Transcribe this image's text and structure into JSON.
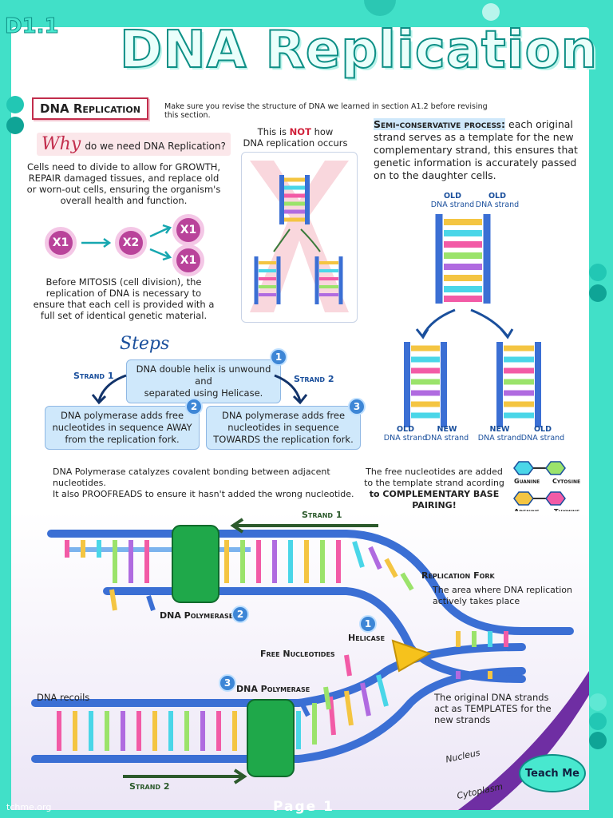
{
  "header": {
    "code": "D1.1",
    "title": "DNA Replication"
  },
  "section_box": "DNA Replication",
  "intro_note": "Make sure you revise the structure of DNA we learned in section A1.2 before revising this section.",
  "why": {
    "script": "Why",
    "rest": "do we need DNA Replication?"
  },
  "why_text": {
    "l1": "Cells need to divide to allow for GROWTH,",
    "l2": "REPAIR damaged tissues, and replace old",
    "l3": "or worn-out cells, ensuring the organism's",
    "l4": "overall health and function."
  },
  "cells": {
    "a": "X1",
    "b": "X2",
    "c": "X1",
    "d": "X1"
  },
  "mitosis_text": {
    "l1": "Before MITOSIS (cell division), the",
    "l2": "replication of DNA is necessary to",
    "l3": "ensure that each cell is provided with a",
    "l4": "full set of identical genetic material."
  },
  "not_how": {
    "l1a": "This is ",
    "not": "NOT",
    "l1b": " how",
    "l2": "DNA replication occurs"
  },
  "small_labels": {
    "old": "OLD",
    "new": "NEW",
    "dna_strand": "DNA strand"
  },
  "semi": {
    "head": "Semi-conservative process:",
    "l1": " each original",
    "l2": "strand serves as a template for the new",
    "l3": "complementary strand, this ensures that",
    "l4": "genetic information is accurately passed",
    "l5": "on to the daughter cells."
  },
  "steps": {
    "title": "Steps",
    "strand1": "Strand 1",
    "strand2": "Strand 2",
    "s1": {
      "n": "1",
      "l1": "DNA double helix is unwound and",
      "l2": "separated using Helicase."
    },
    "s2": {
      "n": "2",
      "l1": "DNA polymerase adds free",
      "l2": "nucleotides in sequence AWAY",
      "l3": "from the replication fork."
    },
    "s3": {
      "n": "3",
      "l1": "DNA polymerase adds free",
      "l2": "nucleotides in sequence",
      "l3": "TOWARDS the replication fork."
    }
  },
  "polymerase_note": {
    "l1": "DNA Polymerase catalyzes covalent bonding between adjacent nucleotides.",
    "l2": "It also PROOFREADS to ensure it hasn't added the wrong nucleotide."
  },
  "pairing_text": {
    "l1": "The free nucleotides are added",
    "l2": "to the template strand acording",
    "l3": "to COMPLEMENTARY BASE PAIRING!"
  },
  "bases": {
    "guanine": "Guanine",
    "cytosine": "Cytosine",
    "adenine": "Adenine",
    "thymine": "Thymine"
  },
  "fork": {
    "strand1": "Strand 1",
    "strand2": "Strand 2",
    "replication_fork": "Replication Fork",
    "rf_desc1": "The area where DNA replication",
    "rf_desc2": "actively takes place",
    "dna_polymerase": "DNA Polymerase",
    "n2": "2",
    "n3": "3",
    "n1": "1",
    "helicase": "Helicase",
    "free_nucleotides": "Free Nucleotides",
    "dna_recoils": "DNA recoils",
    "templates1": "The original DNA strands",
    "templates2": "act as TEMPLATES for the",
    "templates3": "new strands",
    "nucleus": "Nucleus",
    "cytoplasm": "Cytoplasm"
  },
  "footer": {
    "site": "tchme.org",
    "page": "Page 1",
    "logo": "Teach Me"
  },
  "colors": {
    "teal": "#41e0c8",
    "dark_teal": "#0e8f86",
    "strand_blue": "#3b6fd4",
    "polymerase_green": "#1fa84a",
    "helicase_yellow": "#f6c21c",
    "nucleus_purple": "#6f2ea3"
  }
}
